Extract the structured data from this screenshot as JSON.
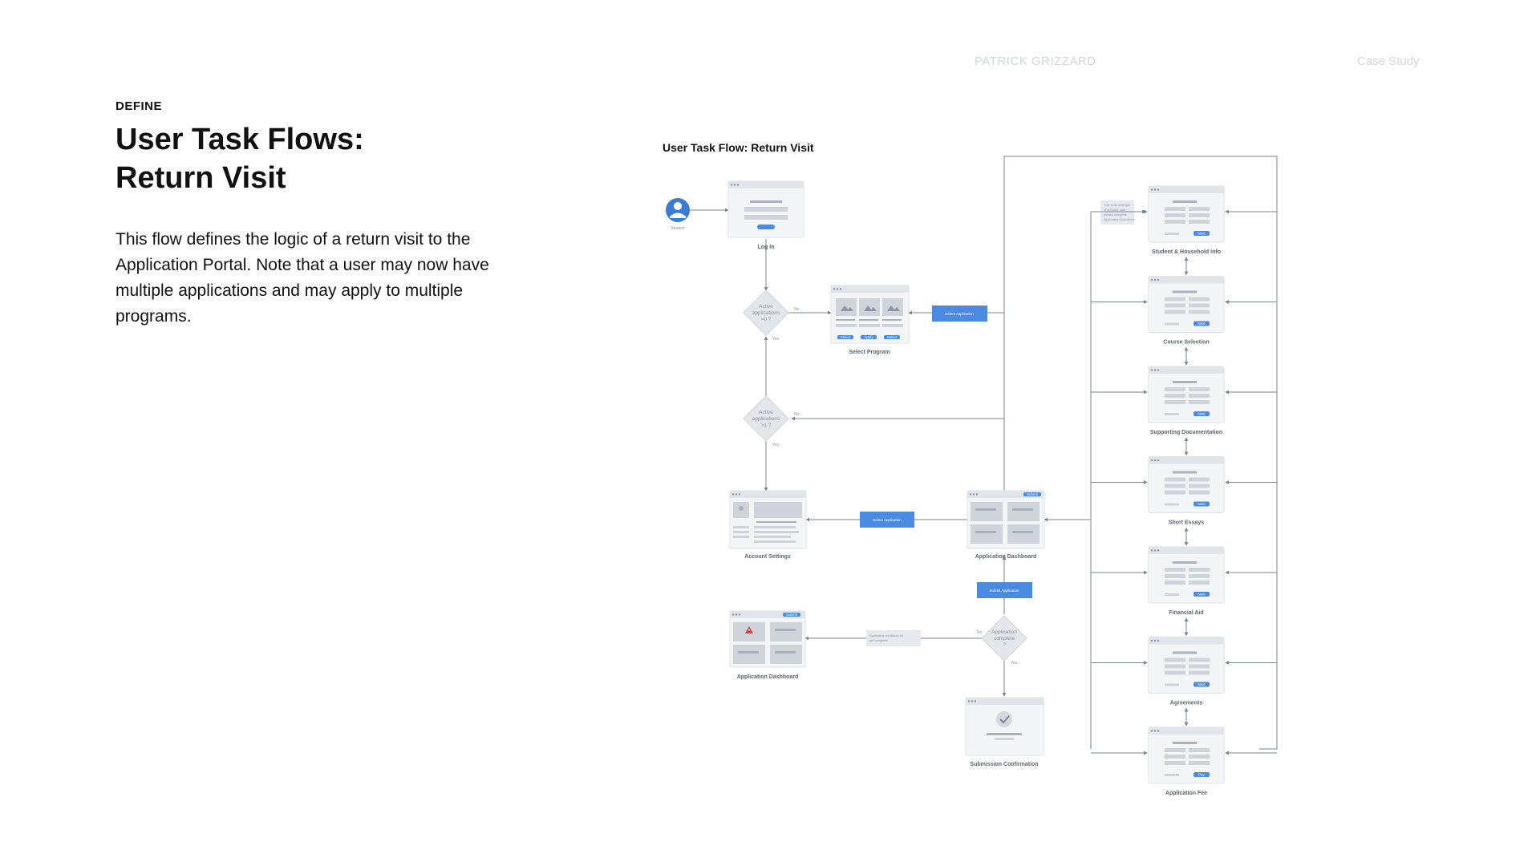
{
  "header": {
    "author": "PATRICK GRIZZARD",
    "doc_type": "Case Study"
  },
  "intro": {
    "section": "DEFINE",
    "title_line1": "User Task Flows:",
    "title_line2": "Return Visit",
    "description": "This flow defines the logic of a return visit to the Application Portal. Note that a user may now have multiple applications and may apply to multiple programs."
  },
  "diagram": {
    "title": "User Task Flow: Return Visit",
    "actor": "Student",
    "screens": {
      "login": "Log In",
      "select_program": "Select Program",
      "account_settings": "Account Settings",
      "app_dashboard": "Application Dashboard",
      "app_dashboard_error": "Application Dashboard",
      "submission_confirmation": "Submission Confirmation"
    },
    "decisions": {
      "active_zero": [
        "Active",
        "applications",
        "=0 ?"
      ],
      "active_many": [
        "Active",
        "applications",
        ">1 ?"
      ],
      "complete": [
        "Application",
        "complete",
        "?"
      ]
    },
    "branch_labels": {
      "no": "No",
      "yes": "Yes"
    },
    "actions": {
      "select_application_1": "Select Application",
      "select_application_2": "Select Application",
      "submit_application": "Submit Application"
    },
    "notes": {
      "error_note": [
        "Application sections not",
        "yet complete"
      ],
      "side_note": [
        "This is an example",
        "of a Sticky note",
        "please complete",
        "Application Questions"
      ]
    },
    "steps": [
      "Student & Household Info",
      "Course Selection",
      "Supporting Documentation",
      "Short Essays",
      "Financial Aid",
      "Agreements",
      "Application Fee"
    ],
    "step_buttons": [
      "Next",
      "Next",
      "Next",
      "Next",
      "Next",
      "Next",
      "Pay"
    ],
    "dashboard_badge": "Submit",
    "card_buttons": [
      "Select",
      "Apply",
      "Select"
    ]
  },
  "colors": {
    "accent_blue": "#4a8ae0",
    "connector": "#7c8591",
    "wireframe": "#f4f5f7"
  }
}
